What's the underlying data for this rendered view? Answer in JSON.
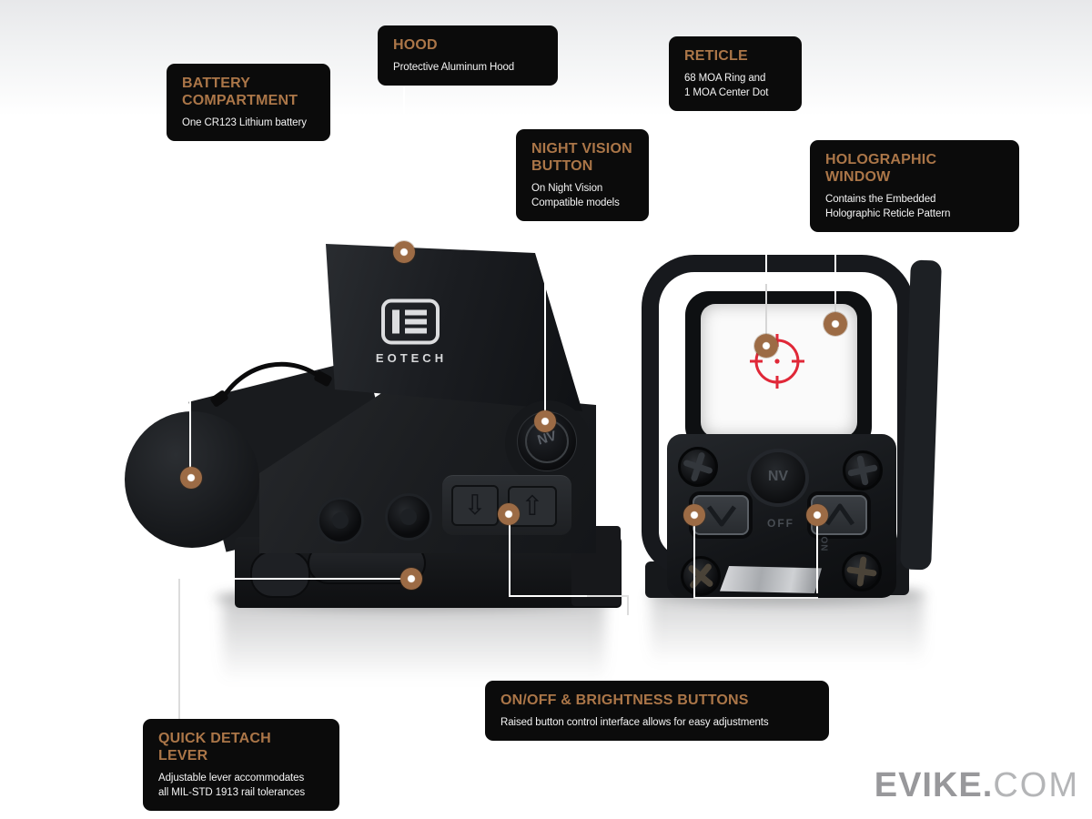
{
  "colors": {
    "accent_heading": "#ab7648",
    "callout_dot": "#9c6b45",
    "reticle_red": "#e02838",
    "leader_line": "#ffffff",
    "watermark_bold": "#98989b",
    "watermark_light": "#b4b5b7"
  },
  "callouts": [
    {
      "title": "BATTERY\nCOMPARTMENT",
      "body": "One CR123 Lithium battery"
    },
    {
      "title": "HOOD",
      "body": "Protective Aluminum Hood"
    },
    {
      "title": "RETICLE",
      "body": "68 MOA Ring and\n1 MOA Center Dot"
    },
    {
      "title": "NIGHT VISION\nBUTTON",
      "body": "On Night Vision\nCompatible models"
    },
    {
      "title": "HOLOGRAPHIC WINDOW",
      "body": "Contains the Embedded\nHolographic Reticle Pattern"
    },
    {
      "title": "ON/OFF & BRIGHTNESS BUTTONS",
      "body": "Raised button control interface allows for easy adjustments"
    },
    {
      "title": "QUICK DETACH LEVER",
      "body": "Adjustable lever accommodates\nall MIL-STD 1913 rail tolerances"
    }
  ],
  "device": {
    "brand": "EOTECH",
    "nv_label": "NV",
    "off_label": "OFF",
    "on_label": "ON",
    "down_arrow": "⇩",
    "up_arrow": "⇧"
  },
  "watermark": {
    "bold": "EVIKE.",
    "light": "COM"
  }
}
